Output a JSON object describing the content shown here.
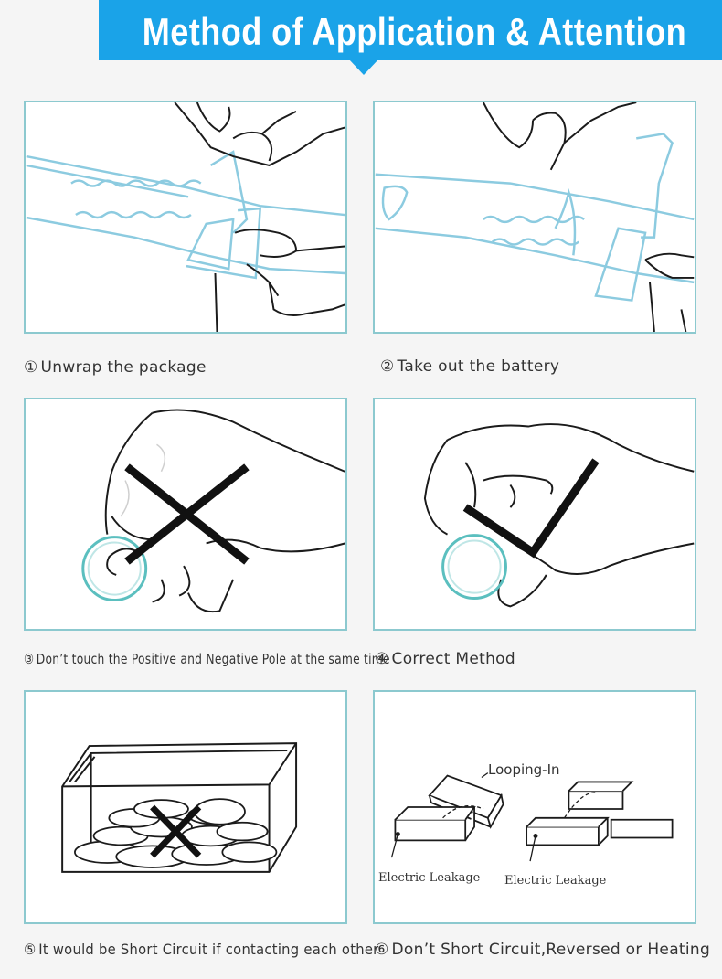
{
  "header": {
    "title": "Method of Application & Attention",
    "color": "#1aa3e8"
  },
  "colors": {
    "panel_border": "#8cc9cf",
    "sketch_blue": "#7fc4dc",
    "coin_teal": "#5bbfbf"
  },
  "steps": [
    {
      "num": "①",
      "text": "Unwrap the package"
    },
    {
      "num": "②",
      "text": "Take out the battery"
    },
    {
      "num": "③",
      "text": "Don’t touch the Positive and Negative Pole at the same time"
    },
    {
      "num": "④",
      "text": "Correct Method"
    },
    {
      "num": "⑤",
      "text": "It would be Short Circuit if contacting each other"
    },
    {
      "num": "⑥",
      "text": "Don’t Short Circuit,Reversed or Heating"
    }
  ],
  "panel6": {
    "looping_label": "Looping-In",
    "leakage_left": "Electric Leakage",
    "leakage_right": "Electric Leakage"
  }
}
